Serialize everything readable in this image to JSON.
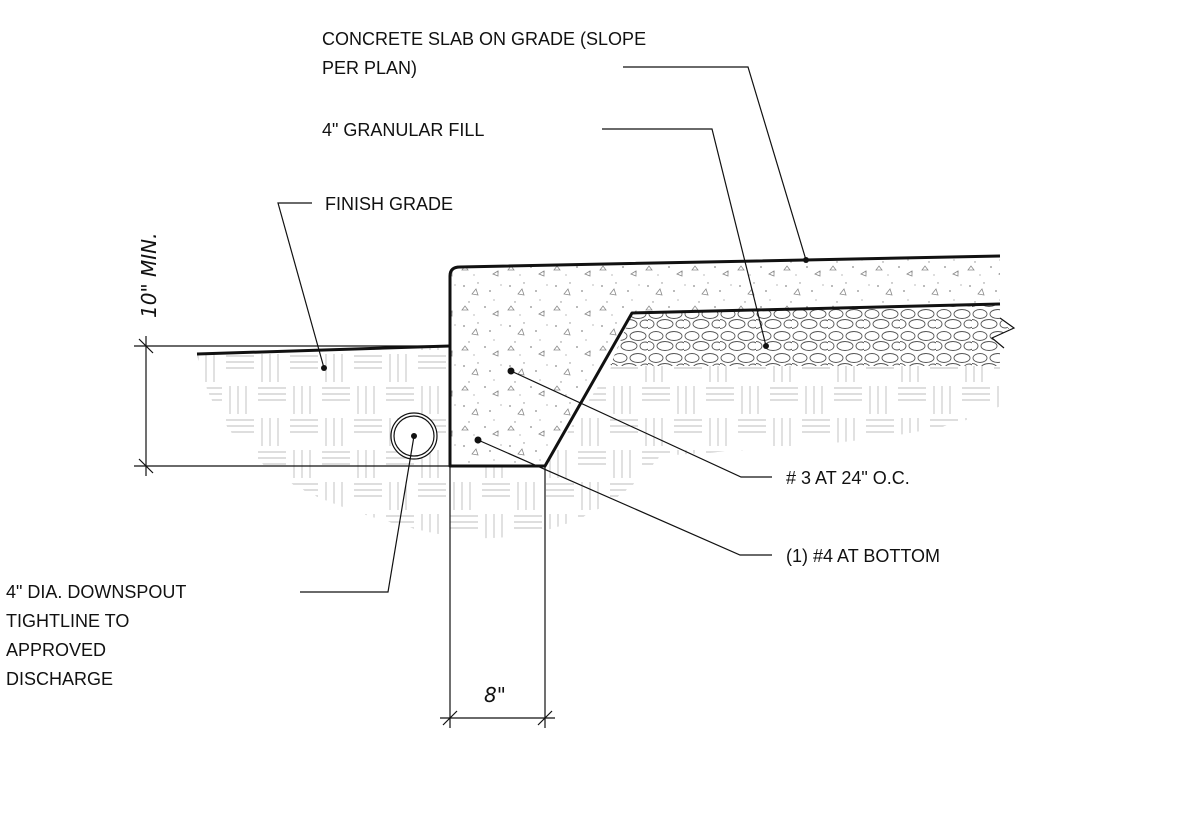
{
  "labels": {
    "slab_line1": "CONCRETE SLAB ON GRADE (SLOPE",
    "slab_line2": "PER PLAN)",
    "granular_fill": "4\" GRANULAR FILL",
    "finish_grade": "FINISH GRADE",
    "rebar_top": "# 3 AT 24\" O.C.",
    "rebar_bottom": "(1) #4 AT BOTTOM",
    "downspout_line1": "4\" DIA. DOWNSPOUT",
    "downspout_line2": "TIGHTLINE TO",
    "downspout_line3": "APPROVED",
    "downspout_line4": "DISCHARGE"
  },
  "dimensions": {
    "depth": "10\" MIN.",
    "width": "8\""
  },
  "colors": {
    "line": "#111111",
    "earth_hatch": "#9a9a9a",
    "concrete_speckle": "#8a8a8a",
    "gravel": "#555555"
  }
}
